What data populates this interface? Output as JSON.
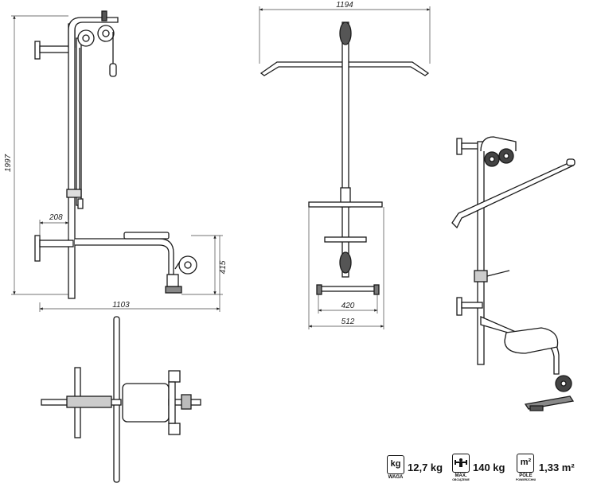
{
  "dimensions": {
    "total_height": "1997",
    "wall_offset": "208",
    "total_length": "1103",
    "pulley_height": "415",
    "total_width": "1194",
    "foot_inner": "420",
    "foot_outer": "512"
  },
  "specs": [
    {
      "icon": "kg",
      "caption": "WAGA",
      "subcaption": "",
      "value": "12,7 kg",
      "icon_name": "weight-icon"
    },
    {
      "icon": "",
      "caption": "MAX.",
      "subcaption": "OBCIĄŻENIE",
      "value": "140 kg",
      "icon_name": "max-load-icon"
    },
    {
      "icon": "m²",
      "caption": "POLE",
      "subcaption": "POWIERZCHNI",
      "value": "1,33 m²",
      "icon_name": "area-icon"
    }
  ],
  "colors": {
    "line": "#1a1a1a",
    "fill": "#ffffff",
    "dark": "#333333"
  }
}
